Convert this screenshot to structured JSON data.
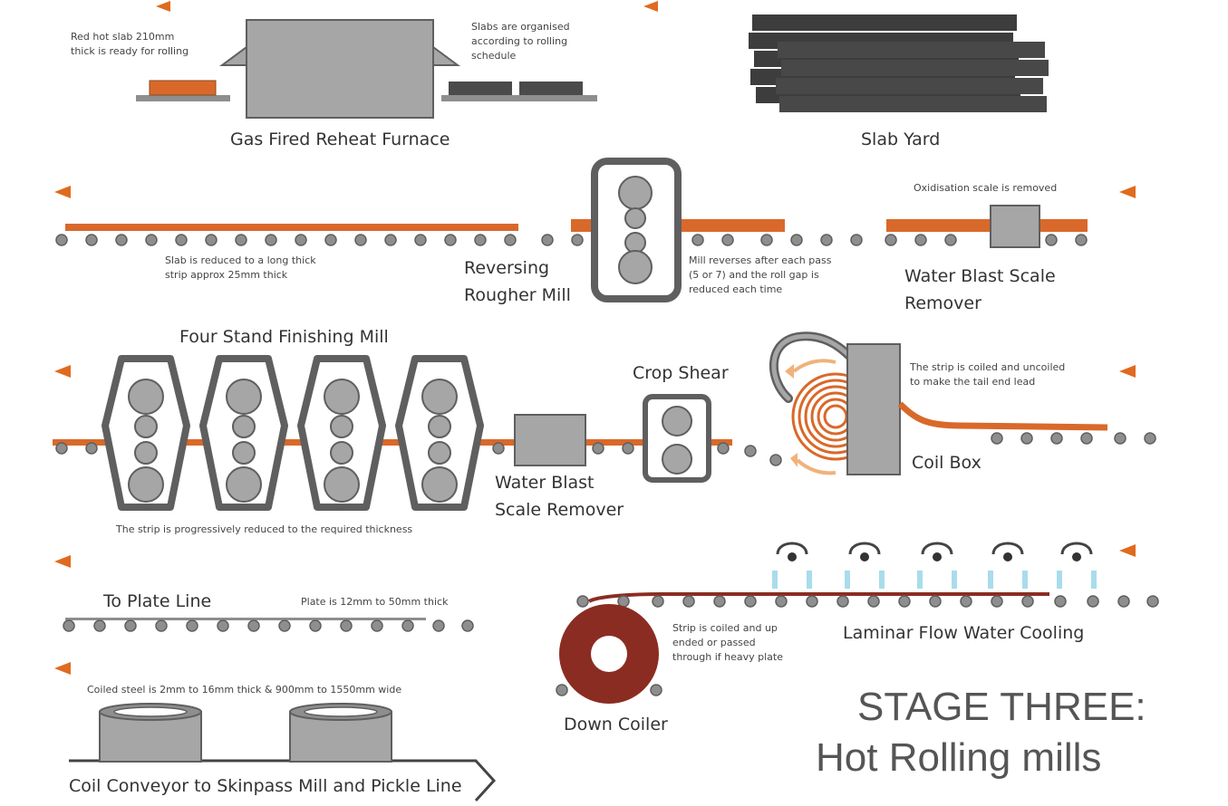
{
  "labels": {
    "reheat_furnace": "Gas Fired Reheat Furnace",
    "slab_yard": "Slab Yard",
    "rougher_mill_l1": "Reversing",
    "rougher_mill_l2": "Rougher Mill",
    "scale_remover_1_l1": "Water Blast Scale",
    "scale_remover_1_l2": "Remover",
    "finishing_mill": "Four Stand Finishing Mill",
    "crop_shear": "Crop Shear",
    "scale_remover_2_l1": "Water Blast",
    "scale_remover_2_l2": "Scale Remover",
    "coil_box": "Coil Box",
    "plate_line": "To Plate Line",
    "laminar_cooling": "Laminar Flow Water Cooling",
    "down_coiler": "Down Coiler",
    "coil_conveyor": "Coil Conveyor to Skinpass Mill and Pickle Line"
  },
  "notes": {
    "red_hot_slab_l1": "Red hot slab 210mm",
    "red_hot_slab_l2": "thick is ready for rolling",
    "slabs_organised_l1": "Slabs are organised",
    "slabs_organised_l2": "according to rolling",
    "slabs_organised_l3": "schedule",
    "slab_reduced_l1": "Slab is reduced to a long thick",
    "slab_reduced_l2": "strip approx 25mm thick",
    "mill_reverses_l1": "Mill reverses after each pass",
    "mill_reverses_l2": "(5 or 7) and the roll gap is",
    "mill_reverses_l3": "reduced each time",
    "oxidisation": "Oxidisation scale is removed",
    "strip_reduced": "The strip is progressively reduced to the required thickness",
    "coiled_uncoiled_l1": "The strip is coiled and uncoiled",
    "coiled_uncoiled_l2": "to make the tail end lead",
    "plate_thickness": "Plate is 12mm to 50mm thick",
    "strip_coiled_l1": "Strip is coiled and up",
    "strip_coiled_l2": "ended or passed",
    "strip_coiled_l3": "through if heavy plate",
    "coiled_steel": "Coiled steel is 2mm to 16mm thick & 900mm to 1550mm wide"
  },
  "title": {
    "line1": "STAGE THREE:",
    "line2": "Hot Rolling mills"
  },
  "colors": {
    "arrow": "#e06a1f",
    "strip": "#d9692a",
    "equipment": "#a6a6a6",
    "equipment_stroke": "#5f5f5f",
    "roller": "#8e8e8e",
    "slab_dark": "#3d3d3d",
    "coil_red": "#8b2c22",
    "water": "#a9dcec"
  }
}
